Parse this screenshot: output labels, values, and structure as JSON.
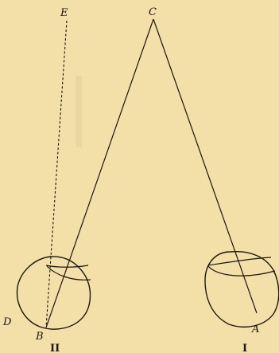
{
  "figure": {
    "labels": {
      "E": "E",
      "C": "C",
      "D": "D",
      "B": "B",
      "A": "A",
      "eye_left_numeral": "II",
      "eye_right_numeral": "I"
    },
    "colors": {
      "paper": "#f3e0a8",
      "ink": "#1b1510"
    }
  }
}
